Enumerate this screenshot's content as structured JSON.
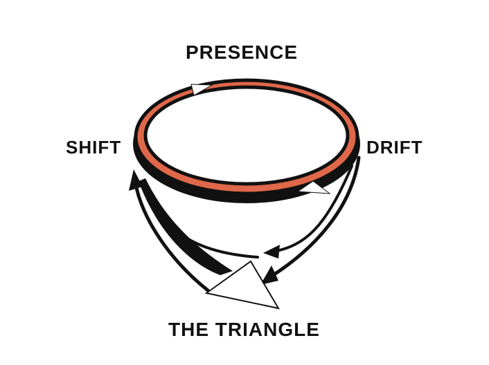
{
  "diagram": {
    "labels": {
      "top": "PRESENCE",
      "left": "SHIFT",
      "right": "DRIFT",
      "bottom": "THE TRIANGLE"
    },
    "colors": {
      "ring_fill": "#e0684a",
      "outline": "#111111",
      "background": "#ffffff"
    },
    "icons": {
      "ring": "orange-cycle-ring",
      "ring_arrows": "white-arrowheads",
      "triangle": "white-triangle",
      "connector_arrows": "black-curved-arrows"
    }
  }
}
